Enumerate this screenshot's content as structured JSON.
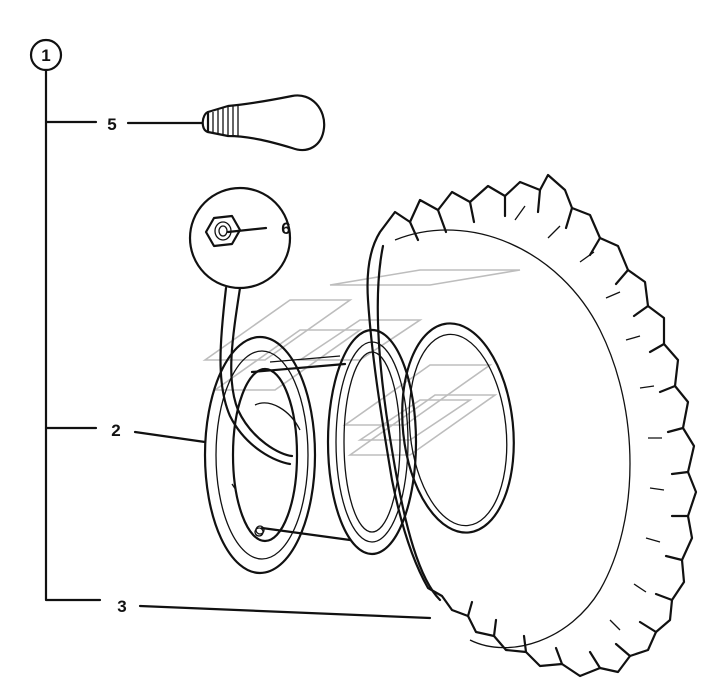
{
  "callouts": {
    "assembly": "1",
    "valve": "5",
    "nut": "6",
    "rim": "2",
    "tyre": "3"
  }
}
